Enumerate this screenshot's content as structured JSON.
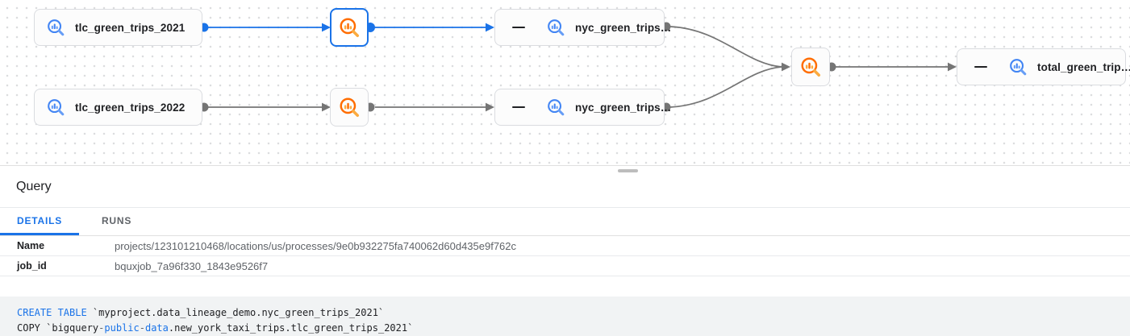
{
  "graph": {
    "nodes": {
      "source_top": {
        "label": "tlc_green_trips_2021",
        "icon": "bigquery-table-icon",
        "selected": false
      },
      "source_bottom": {
        "label": "tlc_green_trips_2022",
        "icon": "bigquery-table-icon",
        "selected": false
      },
      "process_top": {
        "label": "",
        "icon": "query-process-icon",
        "selected": true
      },
      "process_bottom": {
        "label": "",
        "icon": "query-process-icon",
        "selected": false
      },
      "intermediate_top": {
        "label": "nyc_green_trips…",
        "icon": "bigquery-table-icon",
        "collapsible": true
      },
      "intermediate_bottom": {
        "label": "nyc_green_trips…",
        "icon": "bigquery-table-icon",
        "collapsible": true
      },
      "process_merge": {
        "label": "",
        "icon": "query-process-icon",
        "selected": false
      },
      "target": {
        "label": "total_green_trip…",
        "icon": "bigquery-table-icon",
        "collapsible": true
      }
    },
    "colors": {
      "selected_edge": "#1a73e8",
      "edge_gray": "#757575",
      "icon_blue": "#4285f4",
      "icon_blue_light": "#669df6",
      "icon_orange": "#ff6d00",
      "icon_orange_light": "#fbab40",
      "node_border": "#dadce0"
    }
  },
  "panel": {
    "title": "Query",
    "tabs": [
      {
        "label": "DETAILS",
        "active": true
      },
      {
        "label": "RUNS",
        "active": false
      }
    ],
    "details": [
      {
        "key": "Name",
        "value": "projects/123101210468/locations/us/processes/9e0b932275fa740062d60d435e9f762c"
      },
      {
        "key": "job_id",
        "value": "bquxjob_7a96f330_1843e9526f7"
      }
    ],
    "sql": {
      "line1": [
        {
          "text": "CREATE TABLE",
          "type": "keyword"
        },
        {
          "text": " `myproject.data_lineage_demo.nyc_green_trips_2021`",
          "type": "plain"
        }
      ],
      "line2": [
        {
          "text": "COPY `bigquery",
          "type": "plain"
        },
        {
          "text": "-",
          "type": "dim"
        },
        {
          "text": "public",
          "type": "keyword"
        },
        {
          "text": "-",
          "type": "dim"
        },
        {
          "text": "data",
          "type": "keyword"
        },
        {
          "text": ".new_york_taxi_trips.tlc_green_trips_2021`",
          "type": "plain"
        }
      ]
    }
  }
}
